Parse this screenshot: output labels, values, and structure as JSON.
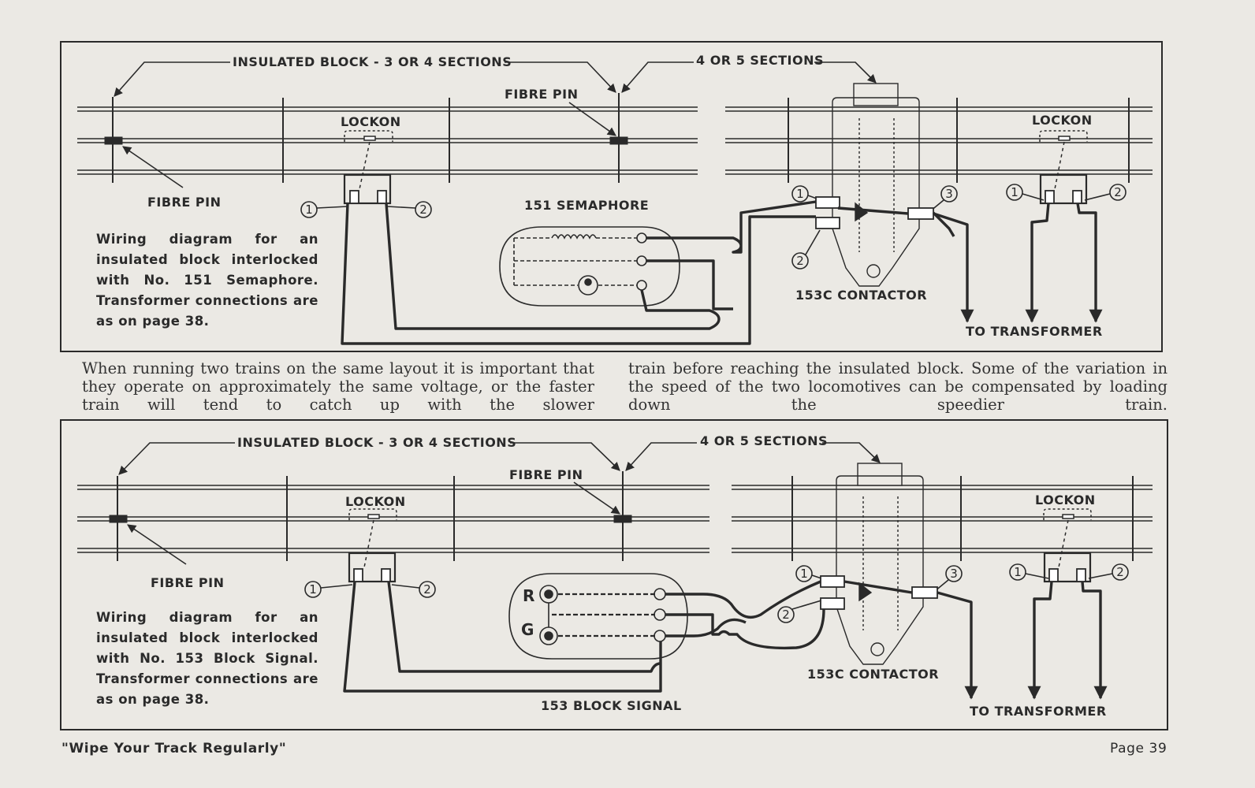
{
  "diagram1": {
    "insulated_block_label": "INSULATED BLOCK - 3 OR 4 SECTIONS",
    "sections_label": "4 OR 5 SECTIONS",
    "fibre_pin_top": "FIBRE PIN",
    "fibre_pin_left": "FIBRE PIN",
    "lockon_left": "LOCKON",
    "lockon_right": "LOCKON",
    "device_label": "151 SEMAPHORE",
    "contactor_label": "153C CONTACTOR",
    "transformer_label": "TO TRANSFORMER",
    "caption": "Wiring diagram for an insulated block interlocked with No. 151 Semaphore. Transformer connections are as on page 38.",
    "terminal_1": "1",
    "terminal_2": "2",
    "terminal_3": "3"
  },
  "body_text": {
    "column_left": "When running two trains on the same layout it is important that they operate on approximately the same voltage, or the faster train will tend to catch up with the slower",
    "column_right": "train before reaching the insulated block. Some of the variation in the speed of the two locomotives can be compensated by loading down the speedier train."
  },
  "diagram2": {
    "insulated_block_label": "INSULATED BLOCK - 3 OR 4 SECTIONS",
    "sections_label": "4 OR 5 SECTIONS",
    "fibre_pin_top": "FIBRE PIN",
    "fibre_pin_left": "FIBRE PIN",
    "lockon_left": "LOCKON",
    "lockon_right": "LOCKON",
    "device_label": "153 BLOCK SIGNAL",
    "contactor_label": "153C CONTACTOR",
    "transformer_label": "TO TRANSFORMER",
    "caption": "Wiring diagram for an insulated block interlocked with No. 153 Block Signal. Transformer connections are as on page 38.",
    "signal_r": "R",
    "signal_g": "G",
    "terminal_1": "1",
    "terminal_2": "2",
    "terminal_3": "3"
  },
  "footer": {
    "slogan": "\"Wipe Your Track Regularly\"",
    "page": "Page 39"
  }
}
